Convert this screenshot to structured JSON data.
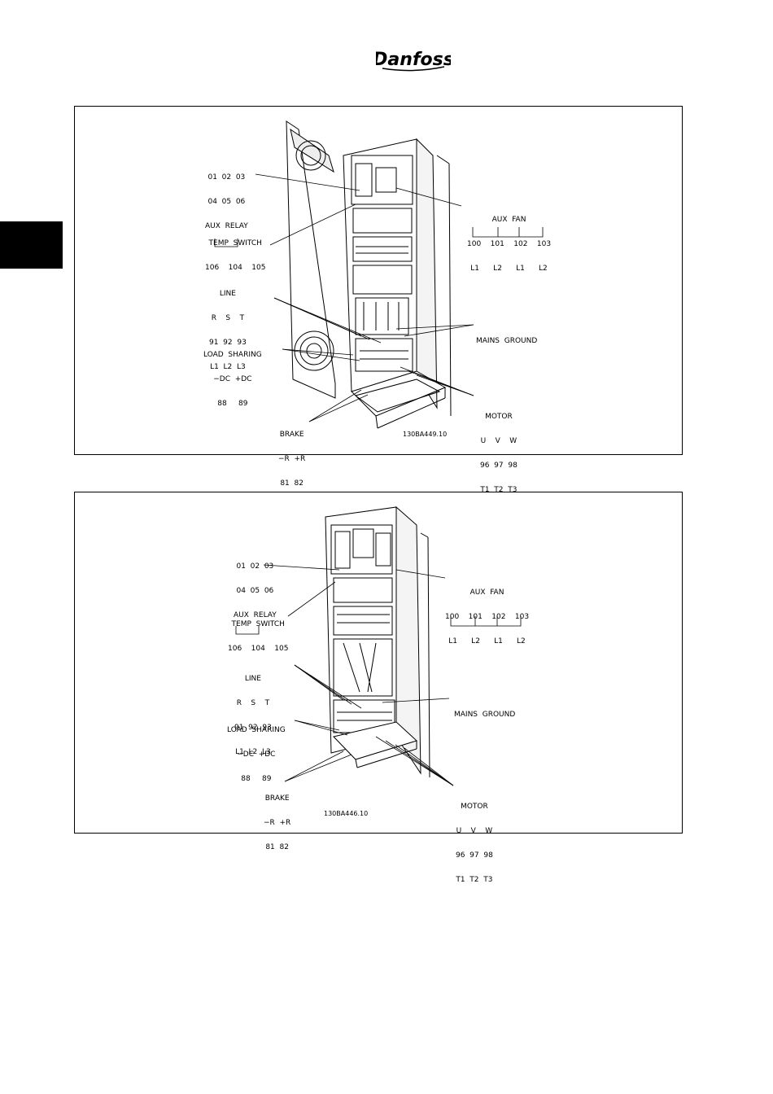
{
  "brand": {
    "logo_text": "Danfoss"
  },
  "figure_a": {
    "aux_relay": {
      "row1": "01  02  03",
      "row2": "04  05  06",
      "title": "AUX  RELAY"
    },
    "temp_switch": {
      "title": "TEMP  SWITCH",
      "terminals": "106    104    105"
    },
    "line": {
      "title": "LINE",
      "row1": "R    S    T",
      "row2": "91  92  93",
      "row3": "L1  L2  L3"
    },
    "load_sharing": {
      "title": "LOAD  SHARING",
      "row1": "−DC  +DC",
      "row2": "88     89"
    },
    "brake": {
      "title": "BRAKE",
      "row1": "−R  +R",
      "row2": "81  82"
    },
    "aux_fan": {
      "title": "AUX  FAN",
      "row1": "100    101    102    103",
      "row2": "L1      L2      L1      L2"
    },
    "mains_ground": {
      "title": "MAINS  GROUND"
    },
    "motor": {
      "title": "MOTOR",
      "row1": "U    V    W",
      "row2": "96  97  98",
      "row3": "T1  T2  T3"
    },
    "ref": "130BA449.10"
  },
  "figure_b": {
    "aux_relay": {
      "row1": "01  02  03",
      "row2": "04  05  06",
      "title": "AUX  RELAY"
    },
    "temp_switch": {
      "title": "TEMP  SWITCH",
      "terminals": "106    104    105"
    },
    "line": {
      "title": "LINE",
      "row1": "R    S    T",
      "row2": "91  92  93",
      "row3": "L1  L2  L3"
    },
    "load_sharing": {
      "title": "LOAD  SHARING",
      "row1": "−DC  +DC",
      "row2": "88     89"
    },
    "brake": {
      "title": "BRAKE",
      "row1": "−R  +R",
      "row2": "81  82"
    },
    "aux_fan": {
      "title": "AUX  FAN",
      "row1": "100    101    102    103",
      "row2": "L1      L2      L1      L2"
    },
    "mains_ground": {
      "title": "MAINS  GROUND"
    },
    "motor": {
      "title": "MOTOR",
      "row1": "U    V    W",
      "row2": "96  97  98",
      "row3": "T1  T2  T3"
    },
    "ref": "130BA446.10"
  }
}
